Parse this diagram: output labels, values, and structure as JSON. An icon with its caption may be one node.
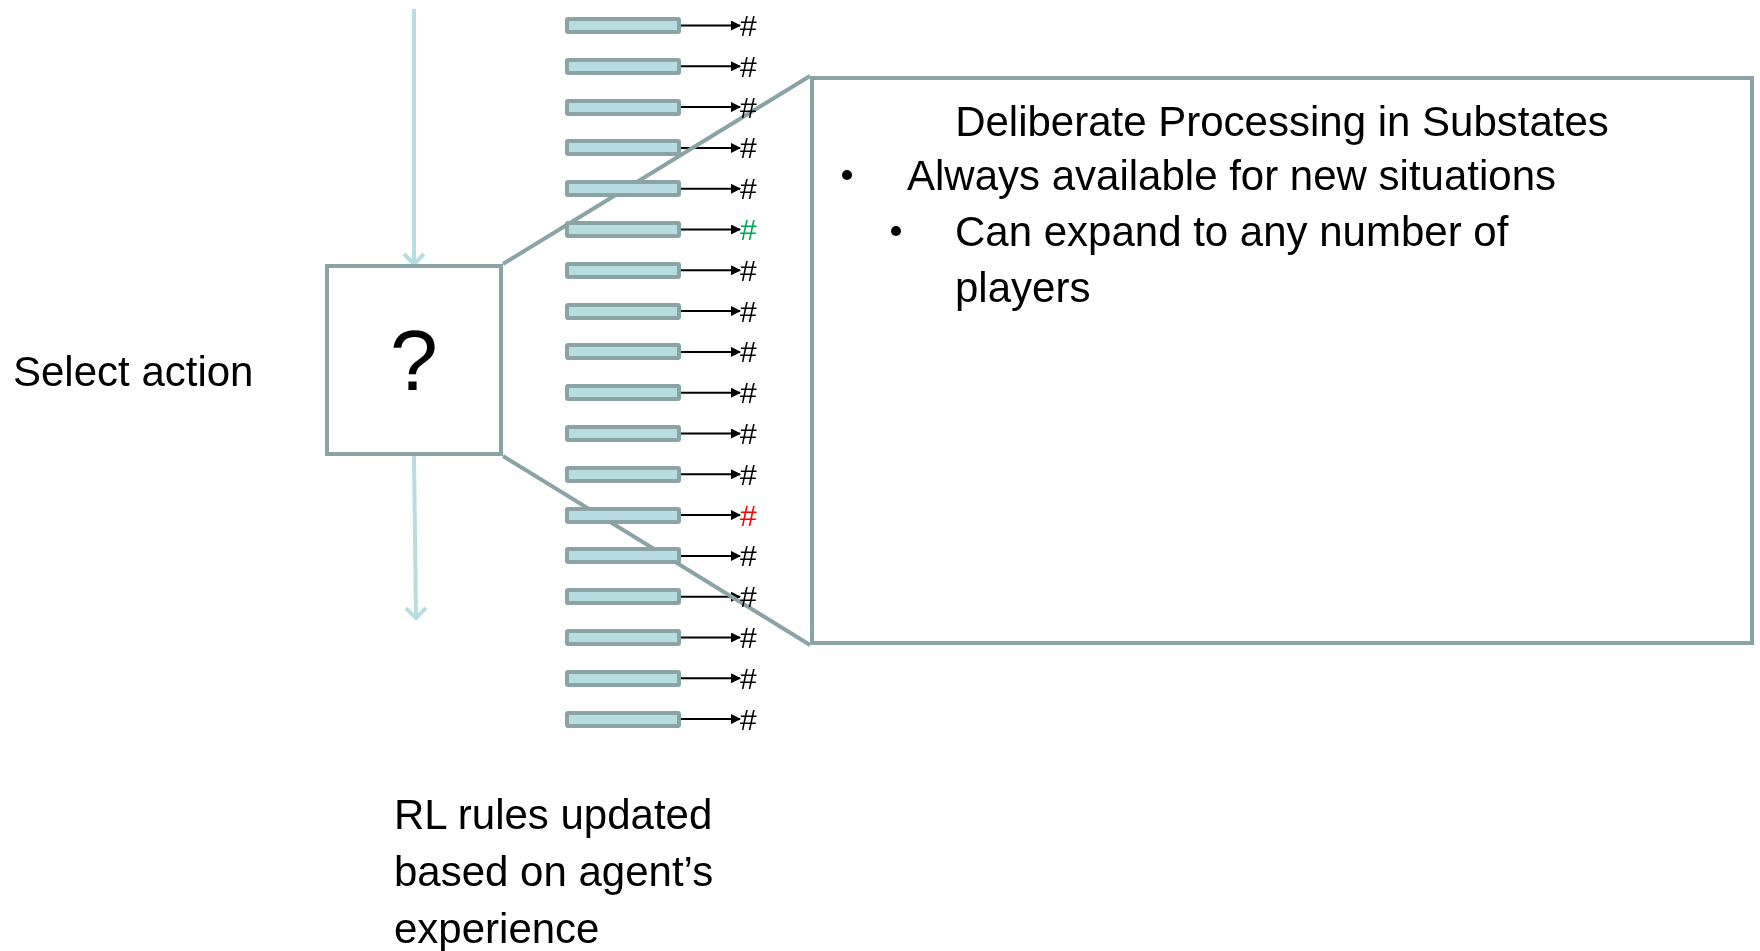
{
  "diagram": {
    "nodes": [
      {
        "text": [
          "?"
        ]
      },
      {
        "text": [],
        "shape": "bar"
      },
      {
        "text": [],
        "shape": "bar"
      },
      {
        "text": [],
        "shape": "bar"
      },
      {
        "text": [],
        "shape": "bar"
      },
      {
        "text": [],
        "shape": "bar"
      },
      {
        "text": [],
        "shape": "bar"
      },
      {
        "text": [],
        "shape": "bar"
      },
      {
        "text": [],
        "shape": "bar"
      },
      {
        "text": [],
        "shape": "bar"
      },
      {
        "text": [],
        "shape": "bar"
      },
      {
        "text": [],
        "shape": "bar"
      },
      {
        "text": [],
        "shape": "bar"
      },
      {
        "text": [],
        "shape": "bar"
      },
      {
        "text": [],
        "shape": "bar"
      },
      {
        "text": [],
        "shape": "bar"
      },
      {
        "text": [],
        "shape": "bar"
      },
      {
        "text": [],
        "shape": "bar"
      },
      {
        "text": [],
        "shape": "bar"
      },
      {
        "text": [
          "#"
        ]
      },
      {
        "text": [
          "#"
        ]
      },
      {
        "text": [
          "#"
        ]
      },
      {
        "text": [
          "#"
        ]
      },
      {
        "text": [
          "#"
        ]
      },
      {
        "text": [
          "#"
        ]
      },
      {
        "text": [
          "#"
        ]
      },
      {
        "text": [
          "#"
        ]
      },
      {
        "text": [
          "#"
        ]
      },
      {
        "text": [
          "#"
        ]
      },
      {
        "text": [
          "#"
        ]
      },
      {
        "text": [
          "#"
        ]
      },
      {
        "text": [
          "#"
        ]
      },
      {
        "text": [
          "#"
        ]
      },
      {
        "text": [
          "#"
        ]
      },
      {
        "text": [
          "#"
        ]
      },
      {
        "text": [
          "#"
        ]
      },
      {
        "text": [
          "#"
        ]
      },
      {
        "text": [
          "Deliberate Processing in Substates",
          "Always available for new situations",
          "Can expand to any number of players"
        ]
      }
    ],
    "edges": [
      {
        "from": null,
        "to": 0,
        "arrow": "to",
        "color": "#b7dde1"
      },
      {
        "from": 0,
        "to": null,
        "arrow": "to",
        "color": "#b7dde1"
      },
      {
        "from": 1,
        "to": 19,
        "arrow": "to"
      },
      {
        "from": 2,
        "to": 20,
        "arrow": "to"
      },
      {
        "from": 3,
        "to": 21,
        "arrow": "to"
      },
      {
        "from": 4,
        "to": 22,
        "arrow": "to"
      },
      {
        "from": 5,
        "to": 23,
        "arrow": "to"
      },
      {
        "from": 6,
        "to": 24,
        "arrow": "to"
      },
      {
        "from": 7,
        "to": 25,
        "arrow": "to"
      },
      {
        "from": 8,
        "to": 26,
        "arrow": "to"
      },
      {
        "from": 9,
        "to": 27,
        "arrow": "to"
      },
      {
        "from": 10,
        "to": 28,
        "arrow": "to"
      },
      {
        "from": 11,
        "to": 29,
        "arrow": "to"
      },
      {
        "from": 12,
        "to": 30,
        "arrow": "to"
      },
      {
        "from": 13,
        "to": 31,
        "arrow": "to"
      },
      {
        "from": 14,
        "to": 32,
        "arrow": "to"
      },
      {
        "from": 15,
        "to": 33,
        "arrow": "to"
      },
      {
        "from": 16,
        "to": 34,
        "arrow": "to"
      },
      {
        "from": 17,
        "to": 35,
        "arrow": "to"
      },
      {
        "from": 18,
        "to": 36,
        "arrow": "to"
      },
      {
        "from": 0,
        "to": 37,
        "arrow": "none",
        "color": "#8aa3a5"
      },
      {
        "from": 0,
        "to": 37,
        "arrow": "none",
        "color": "#8aa3a5"
      }
    ],
    "labels": [
      "Select action",
      "RL rules updated based on agent’s experience"
    ]
  }
}
